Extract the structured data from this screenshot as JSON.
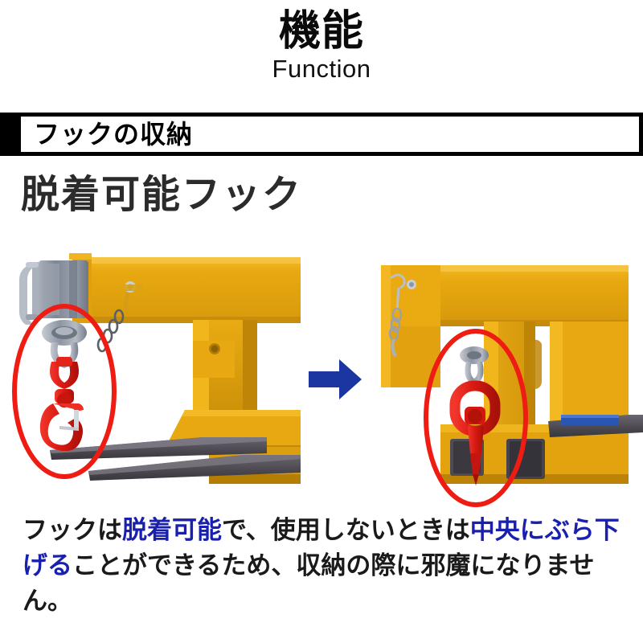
{
  "header": {
    "title_jp": "機能",
    "title_en": "Function"
  },
  "section": {
    "label": "フックの収納"
  },
  "subheading": "脱着可能フック",
  "figures": {
    "arrow_icon": "arrow-right-icon",
    "left": {
      "caption_alt": "フォークリフト用ジブクレーンの脱着可能フック（吊り下げ使用状態）",
      "highlight_shape": "ellipse",
      "highlight_color": "#ee1c12",
      "machine_color": "#e5a711",
      "hook_color": "#de1f17"
    },
    "right": {
      "caption_alt": "フックを中央に収納した状態",
      "highlight_shape": "ellipse",
      "highlight_color": "#ee1c12",
      "machine_color": "#e5a711",
      "hook_color": "#de1f17"
    }
  },
  "description": {
    "part1": "フックは",
    "highlight1": "脱着可能",
    "part2": "で、使用しないときは",
    "highlight2": "中央にぶら下げる",
    "part3": "ことができるため、収納の際に邪魔になりません。"
  },
  "colors": {
    "accent_blue": "#1a20ae",
    "arrow_blue": "#1b36a0",
    "highlight_red": "#ee1c12",
    "machine_yellow": "#e5a711",
    "text_black": "#1a1a1a"
  }
}
